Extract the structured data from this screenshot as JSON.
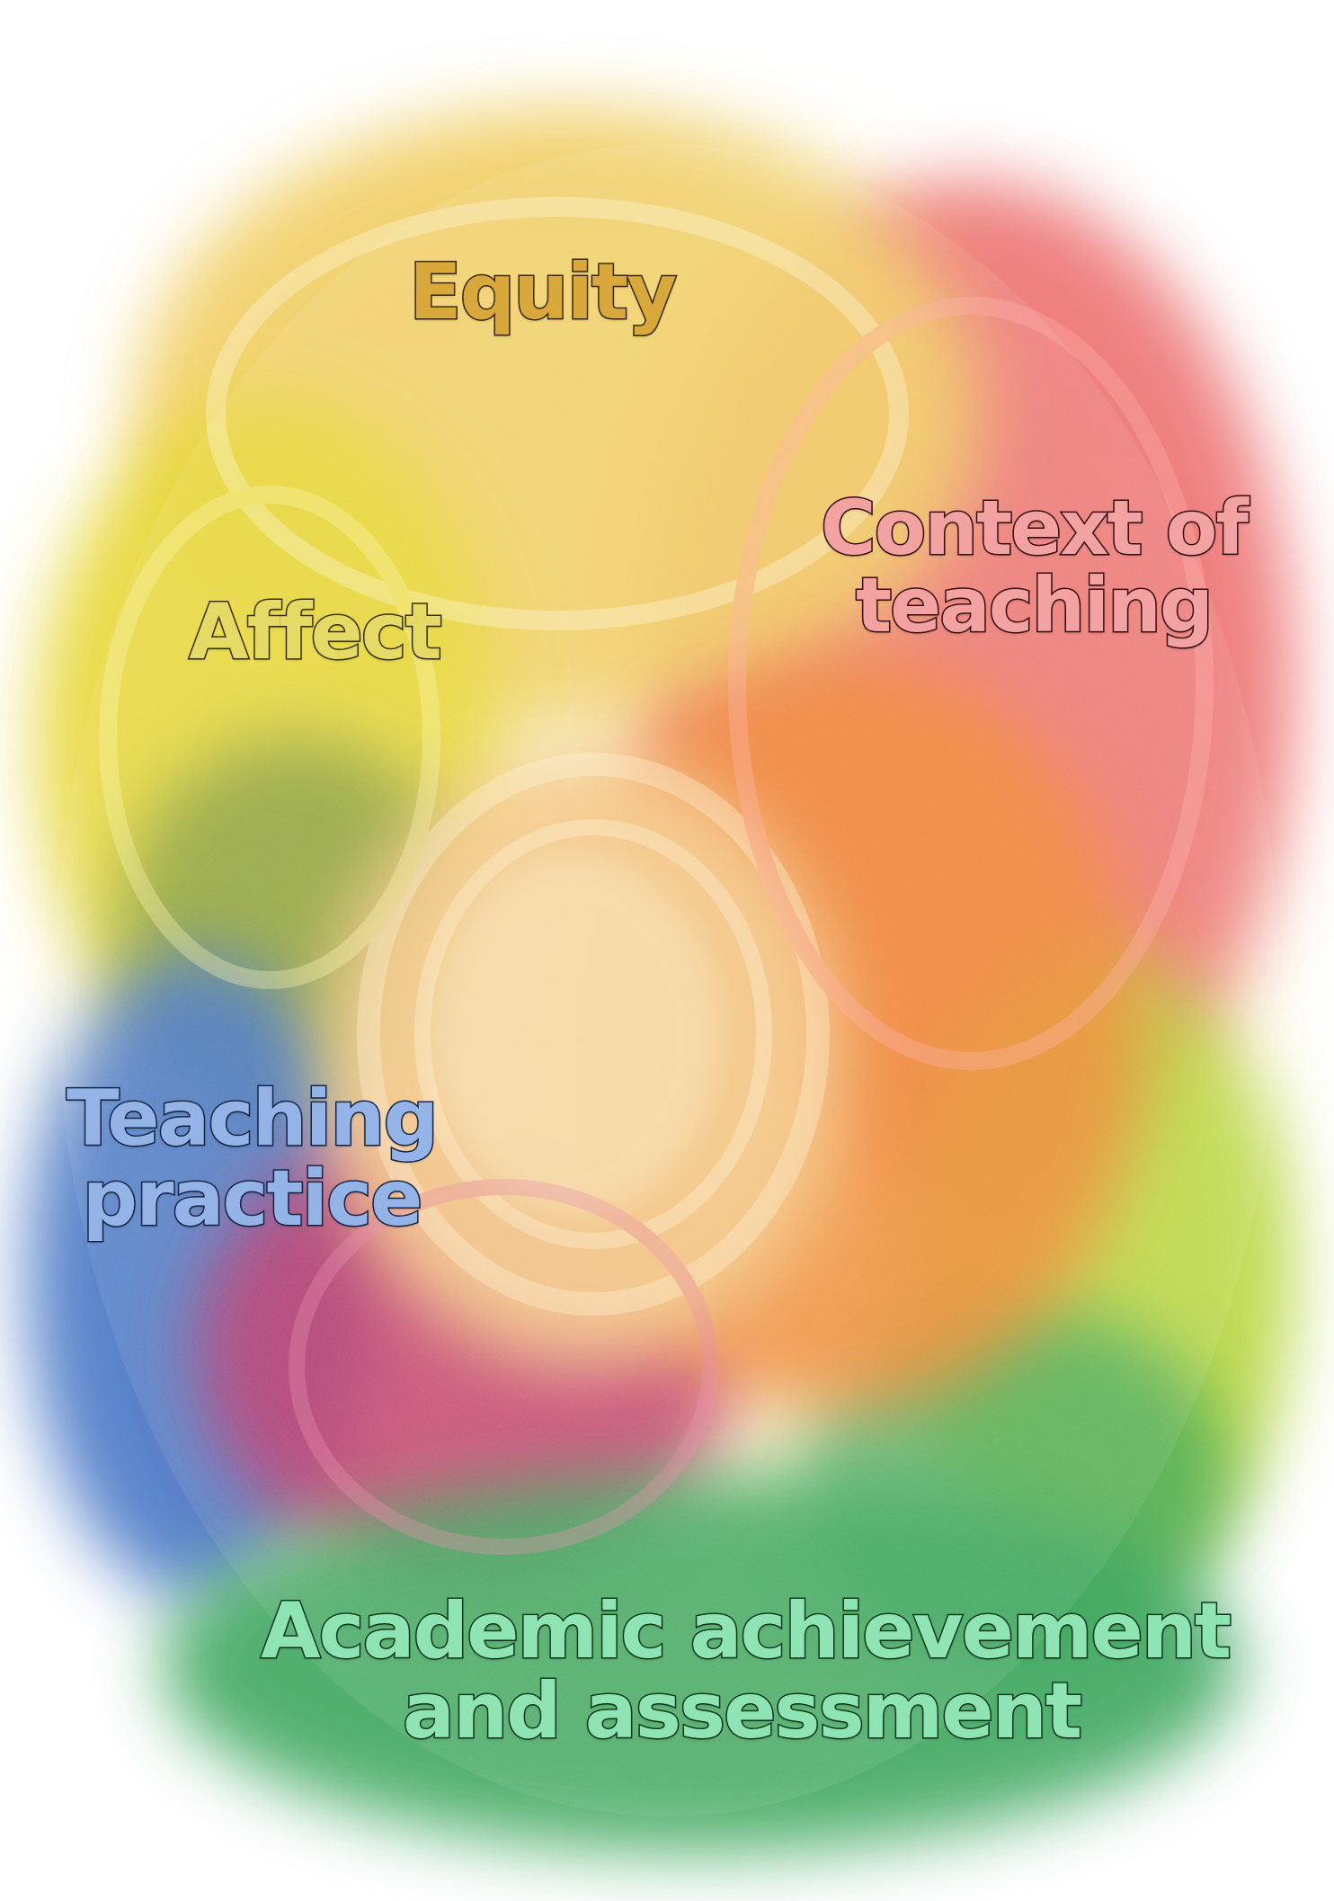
{
  "diagram": {
    "regions": [
      {
        "id": "equity",
        "label": "Equity",
        "fill": "#f1cf66",
        "text": "#d9a83a",
        "stroke": "#3b2c05"
      },
      {
        "id": "context",
        "label": "Context of teaching",
        "fill": "#ec6c6c",
        "text": "#f3a2a2",
        "stroke": "#3a0c12"
      },
      {
        "id": "affect",
        "label": "Affect",
        "fill": "#e7d83a",
        "text": "#e6da66",
        "stroke": "#3a3205"
      },
      {
        "id": "teaching",
        "label": "Teaching practice",
        "fill": "#4a78c6",
        "text": "#94b3e6",
        "stroke": "#15274a"
      },
      {
        "id": "academic",
        "label": "Academic achievement and assessment",
        "fill": "#3fa860",
        "text": "#8fe4b3",
        "stroke": "#0f3a1e"
      }
    ],
    "overlay_colors": {
      "center": "#f4c98a",
      "orange": "#f08a35",
      "magenta": "#c1386a",
      "olive": "#7e9a45",
      "lime": "#b6d436"
    }
  }
}
